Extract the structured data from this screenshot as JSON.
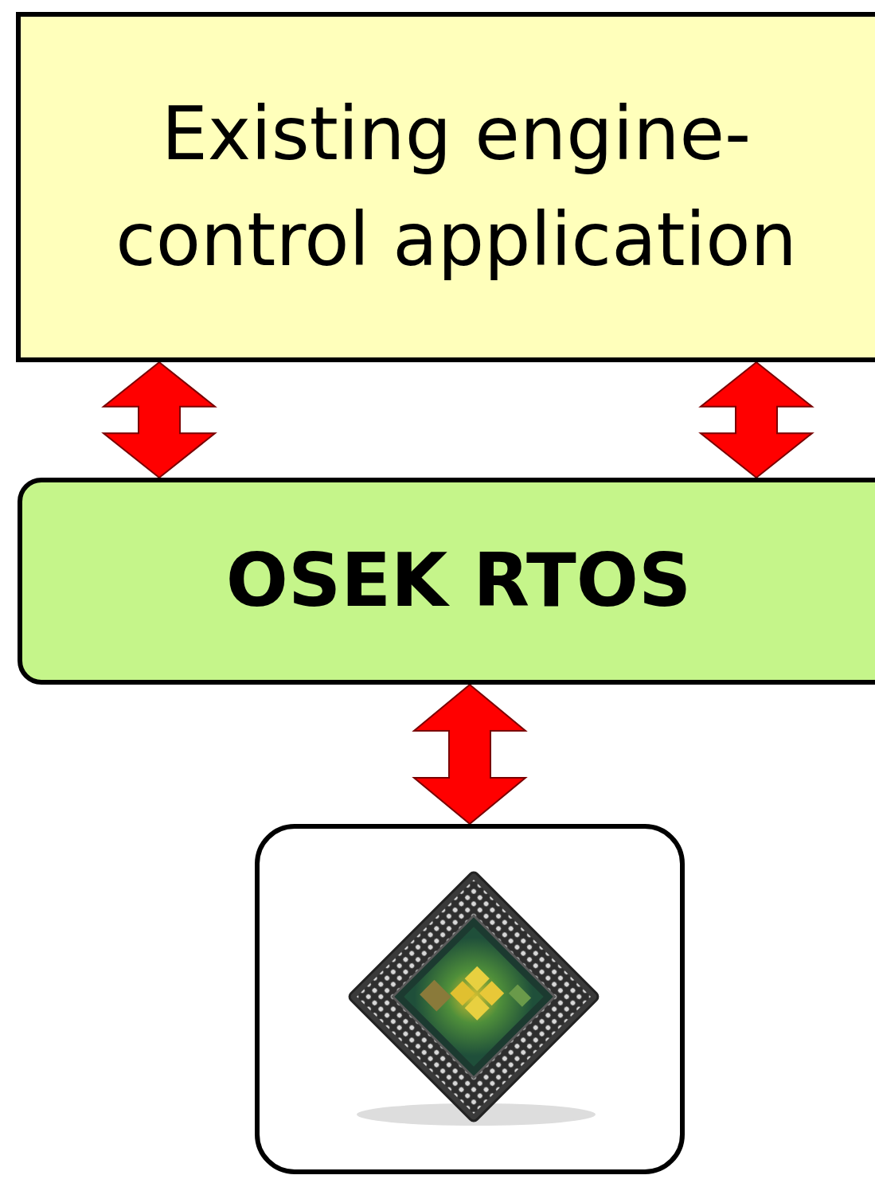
{
  "diagram": {
    "nodes": [
      {
        "text": [
          "Existing engine-control application"
        ]
      },
      {
        "text": [
          "OSEK RTOS"
        ]
      },
      {
        "text": []
      }
    ],
    "edges": [
      {
        "from": 0,
        "to": 1,
        "arrow": "both"
      },
      {
        "from": 0,
        "to": 1,
        "arrow": "both"
      },
      {
        "from": 1,
        "to": 2,
        "arrow": "both"
      }
    ]
  }
}
